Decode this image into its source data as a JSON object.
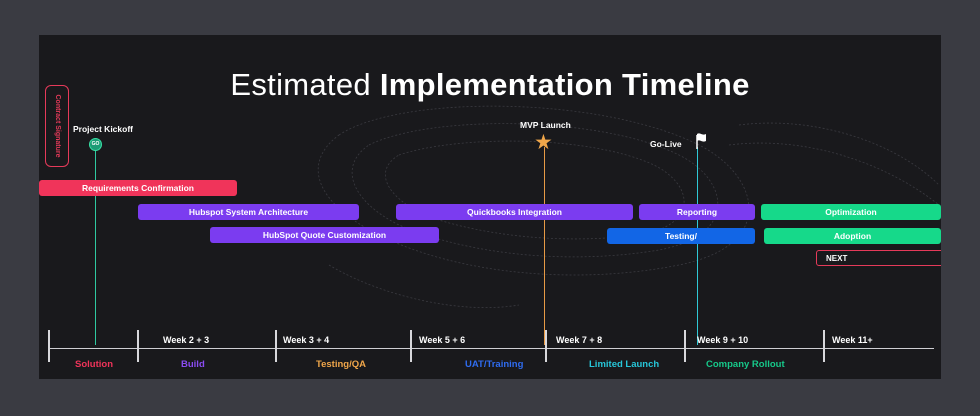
{
  "title": {
    "light": "Estimated ",
    "bold": "Implementation Timeline"
  },
  "contract_label": "Contract Signature",
  "milestones": {
    "kickoff": "Project Kickoff",
    "kickoff_badge": "GO",
    "mvp": "MVP Launch",
    "golive": "Go-Live"
  },
  "bars": {
    "requirements": "Requirements Confirmation",
    "architecture": "Hubspot System Architecture",
    "quote": "HubSpot Quote Customization",
    "quickbooks": "Quickbooks Integration",
    "reporting": "Reporting",
    "testing": "Testing/",
    "optimization": "Optimization",
    "adoption": "Adoption",
    "next": "NEXT"
  },
  "weeks": [
    "Week 2 + 3",
    "Week 3 + 4",
    "Week 5 + 6",
    "Week 7 + 8",
    "Week 9 + 10",
    "Week 11+"
  ],
  "phases": [
    {
      "label": "Solution",
      "color": "#f0345a"
    },
    {
      "label": "Build",
      "color": "#8a4cf2"
    },
    {
      "label": "Testing/QA",
      "color": "#f0a64a"
    },
    {
      "label": "UAT/Training",
      "color": "#2f6cf0"
    },
    {
      "label": "Limited Launch",
      "color": "#27c6d9"
    },
    {
      "label": "Company Rollout",
      "color": "#16c98a"
    }
  ],
  "colors": {
    "background": "#19191c",
    "frame": "#3a3b42",
    "red": "#f0345a",
    "purple": "#7b3cf0",
    "blue": "#1266e6",
    "green": "#16d98a",
    "star": "#f0a64a"
  }
}
